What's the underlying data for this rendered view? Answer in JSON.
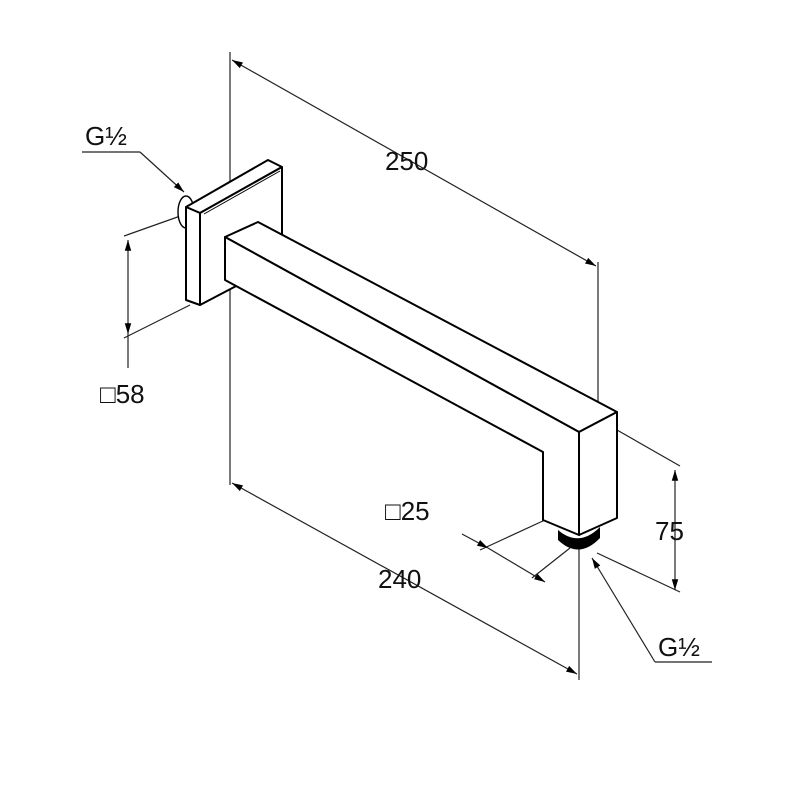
{
  "drawing": {
    "title": "Wall-mounted square shower arm dimension drawing",
    "labels": {
      "inlet_thread": "G½",
      "arm_length": "250",
      "flange_size": "□58",
      "arm_section": "□25",
      "drop_height": "75",
      "projection": "240",
      "outlet_thread": "G½"
    },
    "colors": {
      "line": "#000000",
      "background": "#ffffff"
    }
  }
}
